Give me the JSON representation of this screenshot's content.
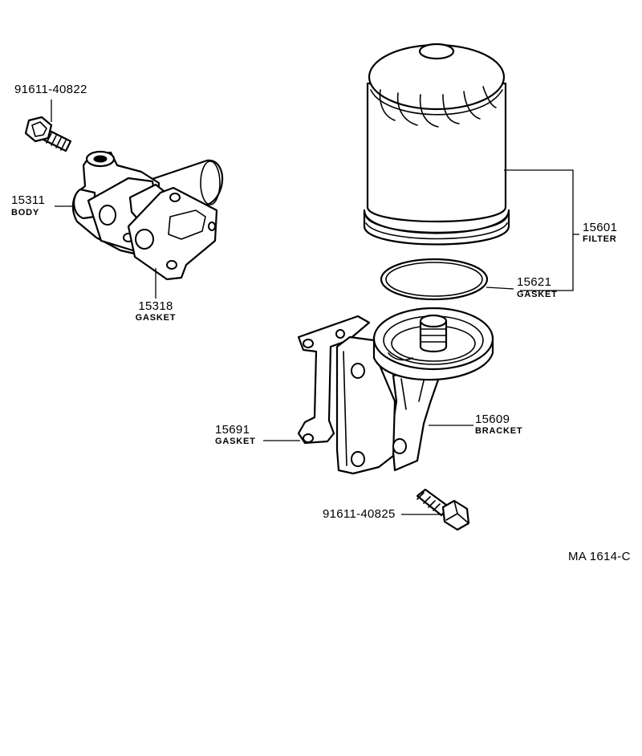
{
  "parts": {
    "bolt_top": {
      "number": "91611-40822"
    },
    "body": {
      "number": "15311",
      "name": "BODY"
    },
    "gasket_body": {
      "number": "15318",
      "name": "GASKET"
    },
    "filter": {
      "number": "15601",
      "name": "FILTER"
    },
    "gasket_filter": {
      "number": "15621",
      "name": "GASKET"
    },
    "gasket_bracket": {
      "number": "15691",
      "name": "GASKET"
    },
    "bracket": {
      "number": "15609",
      "name": "BRACKET"
    },
    "bolt_bottom": {
      "number": "91611-40825"
    }
  },
  "diagram_code": "MA 1614-C"
}
